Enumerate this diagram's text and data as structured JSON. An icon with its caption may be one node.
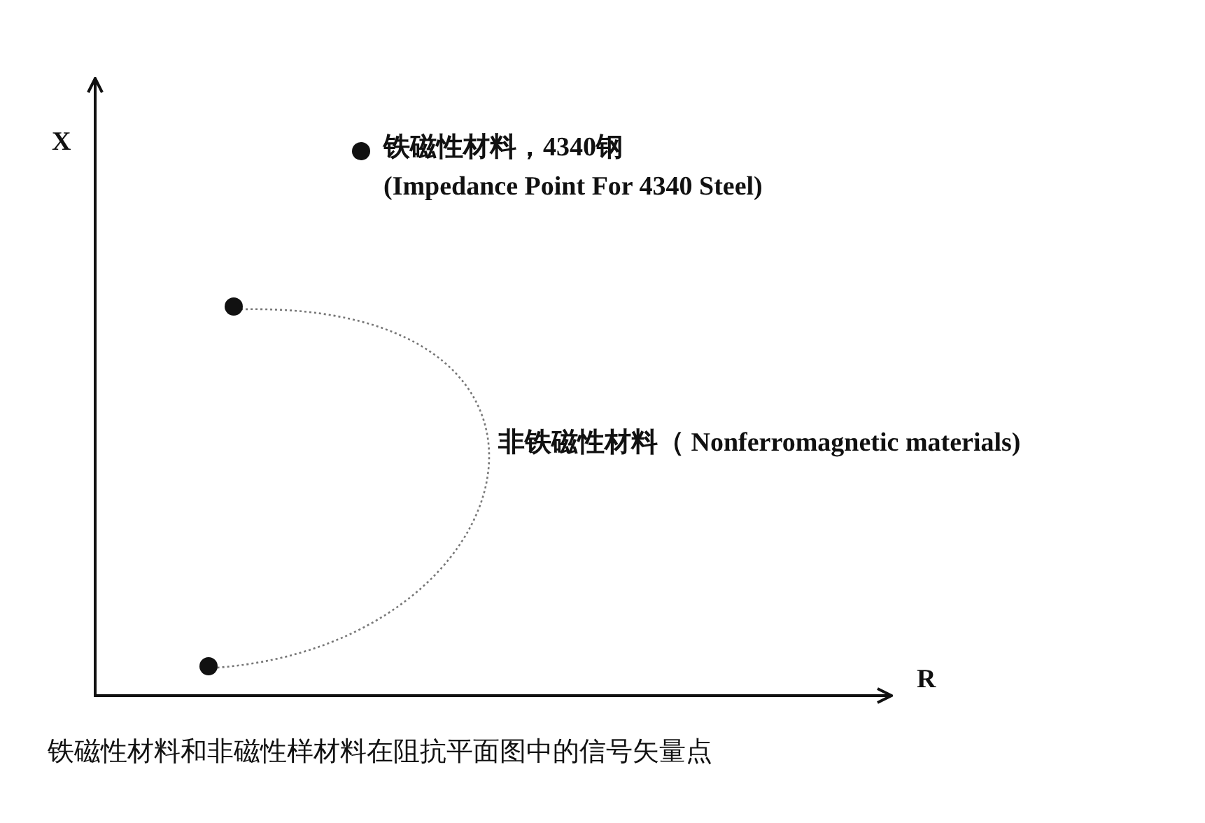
{
  "diagram": {
    "caption": "铁磁性材料和非磁性样材料在阻抗平面图中的信号矢量点",
    "labels": [
      "X",
      "铁磁性材料，4340钢",
      "(Impedance Point For 4340 Steel)",
      "非铁磁性材料（ Nonferromagnetic materials)",
      "R"
    ]
  }
}
